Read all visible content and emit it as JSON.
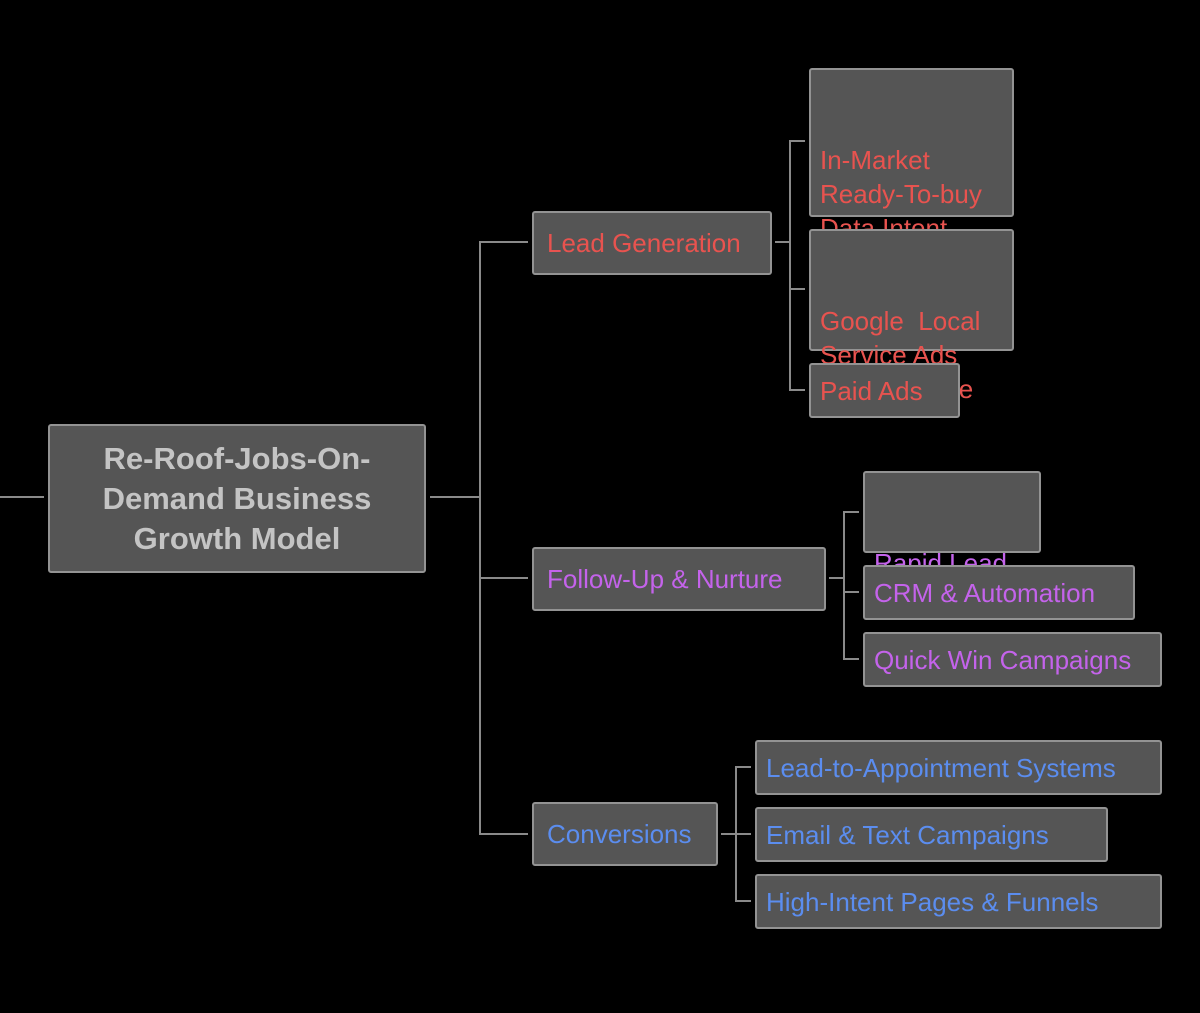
{
  "colors": {
    "background": "#000000",
    "node_fill": "#555555",
    "node_border": "#939393",
    "connector": "#8a8a8a",
    "root_text": "#c4c4c4",
    "branch_red": "#e8534f",
    "branch_purple": "#c463eb",
    "branch_blue": "#5b8def"
  },
  "root": {
    "label": "Re-Roof-Jobs-On-Demand Business Growth Model"
  },
  "branches": [
    {
      "label": "Lead Generation",
      "color": "#e8534f",
      "children": [
        {
          "label": "In-Market\nReady-To-buy\nData Intent\nHomeowner"
        },
        {
          "label": "Google  Local\nService Ads\n Lead Engine"
        },
        {
          "label": "Paid Ads"
        }
      ]
    },
    {
      "label": "Follow-Up & Nurture",
      "color": "#c463eb",
      "children": [
        {
          "label": "Rapid Lead\nActivation"
        },
        {
          "label": "CRM & Automation"
        },
        {
          "label": "Quick Win Campaigns"
        }
      ]
    },
    {
      "label": "Conversions",
      "color": "#5b8def",
      "children": [
        {
          "label": "Lead-to-Appointment Systems"
        },
        {
          "label": "Email & Text Campaigns"
        },
        {
          "label": "High-Intent Pages & Funnels"
        }
      ]
    }
  ]
}
